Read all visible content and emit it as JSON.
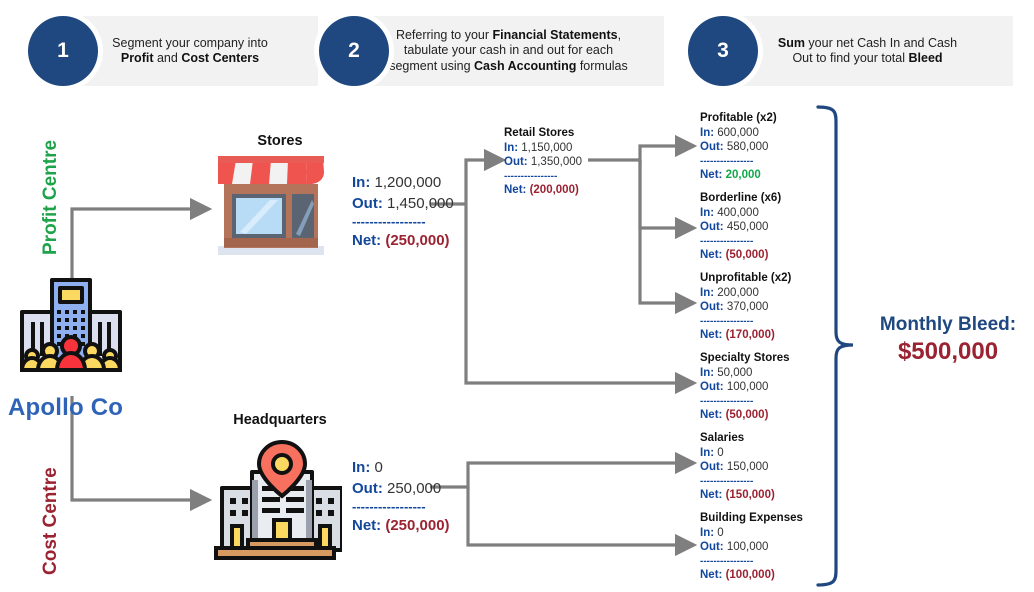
{
  "steps": [
    {
      "num": "1",
      "html": "Segment your company into<br><b>Profit</b> and <b>Cost Centers</b>",
      "plain": "Segment your company into Profit and Cost Centers"
    },
    {
      "num": "2",
      "html": "Referring to your <b>Financial Statements</b>,<br>tabulate your cash in and out for each<br>segment using <b>Cash Accounting</b> formulas",
      "plain": "Referring to your Financial Statements, tabulate your cash in and out for each segment using Cash Accounting formulas"
    },
    {
      "num": "3",
      "html": "<b>Sum</b> your net Cash In and Cash<br>Out to find your total <b>Bleed</b>",
      "plain": "Sum your net Cash In and Cash Out to find your total Bleed"
    }
  ],
  "company": {
    "name": "Apollo Co",
    "profit_centre_label": "Profit Centre",
    "cost_centre_label": "Cost Centre"
  },
  "branches": [
    {
      "caption": "Stores",
      "icon": "storefront-icon",
      "in_label": "In:",
      "in_value": "1,200,000",
      "out_label": "Out:",
      "out_value": "1,450,000",
      "divider": "-----------------",
      "net_label": "Net:",
      "net_value": "(250,000)",
      "net_sign": "negative"
    },
    {
      "caption": "Headquarters",
      "icon": "headquarters-icon",
      "in_label": "In:",
      "in_value": "0",
      "out_label": "Out:",
      "out_value": "250,000",
      "divider": "-----------------",
      "net_label": "Net:",
      "net_value": "(250,000)",
      "net_sign": "negative"
    }
  ],
  "mid": {
    "title": "Retail Stores",
    "in_label": "In:",
    "in_value": "1,150,000",
    "out_label": "Out:",
    "out_value": "1,350,000",
    "divider": "----------------",
    "net_label": "Net:",
    "net_value": "(200,000)",
    "net_sign": "negative"
  },
  "segments": [
    {
      "title": "Profitable (x2)",
      "in_label": "In:",
      "in_value": "600,000",
      "out_label": "Out:",
      "out_value": "580,000",
      "divider": "----------------",
      "net_label": "Net:",
      "net_value": "20,000",
      "net_sign": "positive"
    },
    {
      "title": "Borderline (x6)",
      "in_label": "In:",
      "in_value": "400,000",
      "out_label": "Out:",
      "out_value": "450,000",
      "divider": "----------------",
      "net_label": "Net:",
      "net_value": "(50,000)",
      "net_sign": "negative"
    },
    {
      "title": "Unprofitable (x2)",
      "in_label": "In:",
      "in_value": "200,000",
      "out_label": "Out:",
      "out_value": "370,000",
      "divider": "----------------",
      "net_label": "Net:",
      "net_value": "(170,000)",
      "net_sign": "negative"
    },
    {
      "title": "Specialty Stores",
      "in_label": "In:",
      "in_value": "50,000",
      "out_label": "Out:",
      "out_value": "100,000",
      "divider": "----------------",
      "net_label": "Net:",
      "net_value": "(50,000)",
      "net_sign": "negative"
    },
    {
      "title": "Salaries",
      "in_label": "In:",
      "in_value": "0",
      "out_label": "Out:",
      "out_value": "150,000",
      "divider": "----------------",
      "net_label": "Net:",
      "net_value": "(150,000)",
      "net_sign": "negative"
    },
    {
      "title": "Building Expenses",
      "in_label": "In:",
      "in_value": "0",
      "out_label": "Out:",
      "out_value": "100,000",
      "divider": "----------------",
      "net_label": "Net:",
      "net_value": "(100,000)",
      "net_sign": "negative"
    }
  ],
  "total": {
    "label": "Monthly Bleed:",
    "value": "$500,000"
  },
  "colors": {
    "navy": "#1f4780",
    "label_blue": "#12479c",
    "negative_red": "#9b2231",
    "positive_green": "#11a84b",
    "profit_green": "#1fa34a",
    "cost_red": "#9b2231",
    "company_blue": "#2e63b8",
    "connector_gray": "#7f7f7f",
    "brace_blue": "#1f4780",
    "step_bar_gray": "#f2f2f2"
  }
}
